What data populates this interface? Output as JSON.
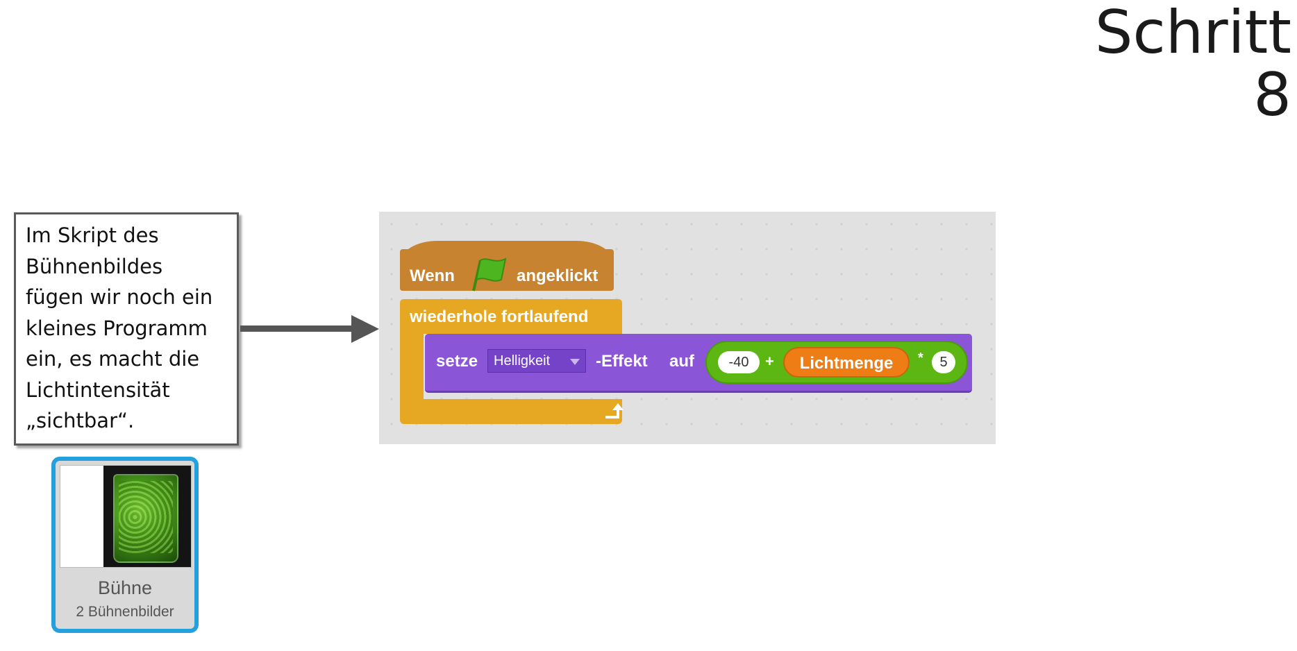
{
  "slide": {
    "title": "Schritt 8"
  },
  "callout": {
    "lines": [
      "Im Skript des",
      "Bühnenbildes",
      "fügen wir noch ein",
      "kleines Programm",
      "ein, es macht die",
      "Lichtintensität",
      "„sichtbar“."
    ]
  },
  "stage": {
    "name": "Bühne",
    "subtitle": "2 Bühnenbilder"
  },
  "script": {
    "hat": {
      "label_before": "Wenn",
      "label_after": "angeklickt",
      "icon": "green-flag-icon"
    },
    "forever": {
      "label": "wiederhole fortlaufend"
    },
    "looks": {
      "label_set": "setze",
      "effect_dropdown": "Helligkeit",
      "label_effect": "-Effekt",
      "label_to": "auf",
      "operand_a": "-40",
      "operator_plus": "+",
      "variable": "Lichtmenge",
      "operator_mult": "*",
      "operand_b": "5"
    }
  },
  "colors": {
    "events": "#c88330",
    "control": "#e6a822",
    "looks": "#8a55d7",
    "operators": "#5cb712",
    "variables": "#ee7d16",
    "stage_selected": "#25a0de"
  }
}
